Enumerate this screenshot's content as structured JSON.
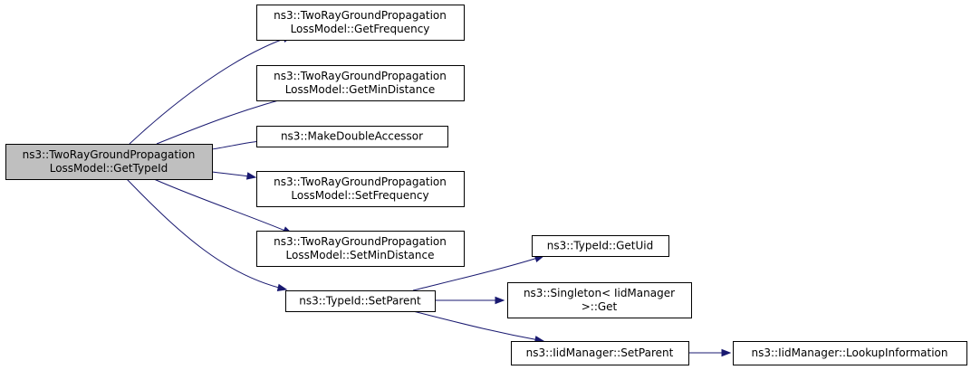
{
  "colors": {
    "node_fill": "#ffffff",
    "root_fill": "#bfbfbf",
    "node_border": "#000000",
    "edge": "#191970"
  },
  "nodes": [
    {
      "id": "root",
      "lines": [
        "ns3::TwoRayGroundPropagation",
        "LossModel::GetTypeId"
      ],
      "root": true
    },
    {
      "id": "getfreq",
      "lines": [
        "ns3::TwoRayGroundPropagation",
        "LossModel::GetFrequency"
      ]
    },
    {
      "id": "getmindist",
      "lines": [
        "ns3::TwoRayGroundPropagation",
        "LossModel::GetMinDistance"
      ]
    },
    {
      "id": "makedouble",
      "lines": [
        "ns3::MakeDoubleAccessor"
      ]
    },
    {
      "id": "setfreq",
      "lines": [
        "ns3::TwoRayGroundPropagation",
        "LossModel::SetFrequency"
      ]
    },
    {
      "id": "setmindist",
      "lines": [
        "ns3::TwoRayGroundPropagation",
        "LossModel::SetMinDistance"
      ]
    },
    {
      "id": "setparent",
      "lines": [
        "ns3::TypeId::SetParent"
      ]
    },
    {
      "id": "getuid",
      "lines": [
        "ns3::TypeId::GetUid"
      ]
    },
    {
      "id": "singletonget",
      "lines": [
        "ns3::Singleton< IidManager",
        ">::Get"
      ]
    },
    {
      "id": "iidsetparent",
      "lines": [
        "ns3::IidManager::SetParent"
      ]
    },
    {
      "id": "lookup",
      "lines": [
        "ns3::IidManager::LookupInformation"
      ]
    }
  ],
  "edges": [
    {
      "from": "root",
      "to": "getfreq"
    },
    {
      "from": "root",
      "to": "getmindist"
    },
    {
      "from": "root",
      "to": "makedouble"
    },
    {
      "from": "root",
      "to": "setfreq"
    },
    {
      "from": "root",
      "to": "setmindist"
    },
    {
      "from": "root",
      "to": "setparent"
    },
    {
      "from": "setparent",
      "to": "getuid"
    },
    {
      "from": "setparent",
      "to": "singletonget"
    },
    {
      "from": "setparent",
      "to": "iidsetparent"
    },
    {
      "from": "iidsetparent",
      "to": "lookup"
    }
  ]
}
